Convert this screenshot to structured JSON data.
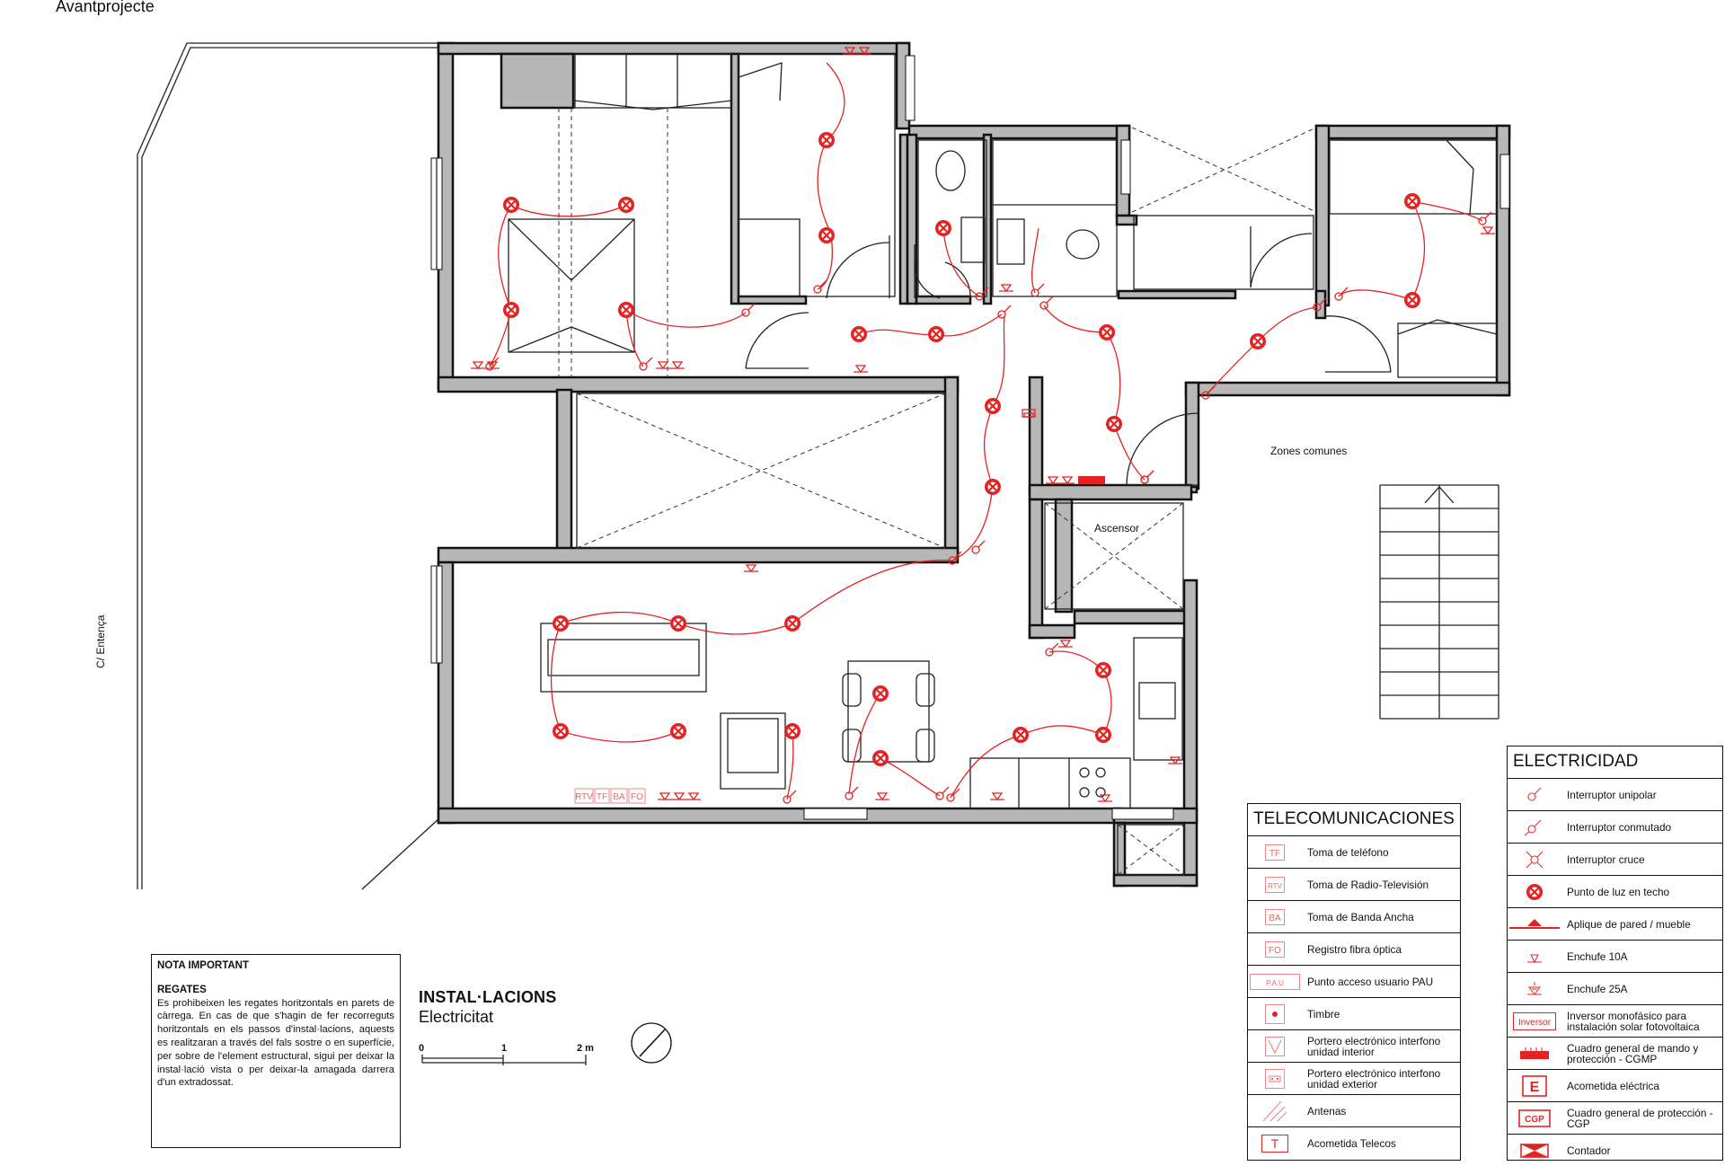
{
  "header": {
    "project_stage": "Avantprojecte"
  },
  "plan": {
    "street_label": "C/ Entença",
    "common_zone_label": "Zones comunes",
    "lift_label": "Ascensor",
    "socket_labels": {
      "rtv": "RTV",
      "tf": "TF",
      "ba": "BA",
      "fo": "FO"
    }
  },
  "note": {
    "title": "NOTA IMPORTANT",
    "subtitle": "REGATES",
    "body": "Es prohibeixen les regates horitzontals en parets de càrrega. En cas de que s'hagin de fer recorreguts horitzontals en els passos d'instal·lacions, aquests es realitzaran a través del fals sostre o en superfície, per sobre de l'element estructural, sigui per deixar la instal·lació vista o per deixar-la amagada darrera d'un extradossat."
  },
  "drawing_title": {
    "main": "INSTAL·LACIONS",
    "sub": "Electricitat",
    "scale_ticks": [
      "0",
      "1",
      "2 m"
    ]
  },
  "telecom_legend": {
    "title": "TELECOMUNICACIONES",
    "items": [
      {
        "symbol": "TF",
        "label": "Toma de teléfono"
      },
      {
        "symbol": "RTV",
        "label": "Toma de Radio-Televisión"
      },
      {
        "symbol": "BA",
        "label": "Toma de Banda Ancha"
      },
      {
        "symbol": "FO",
        "label": "Registro fibra óptica"
      },
      {
        "symbol": "P.A.U",
        "label": "Punto acceso usuario PAU"
      },
      {
        "symbol": "bell-icon",
        "label": "Timbre"
      },
      {
        "symbol": "intercom-inner-icon",
        "label": "Portero electrónico interfono unidad interior"
      },
      {
        "symbol": "intercom-outer-icon",
        "label": "Portero electrónico interfono unidad exterior"
      },
      {
        "symbol": "antenna-icon",
        "label": "Antenas"
      },
      {
        "symbol": "T",
        "label": "Acometida Telecos"
      }
    ]
  },
  "electric_legend": {
    "title": "ELECTRICIDAD",
    "items": [
      {
        "symbol": "switch-single-icon",
        "label": "Interruptor unipolar"
      },
      {
        "symbol": "switch-twoway-icon",
        "label": "Interruptor conmutado"
      },
      {
        "symbol": "switch-cross-icon",
        "label": "Interruptor cruce"
      },
      {
        "symbol": "ceiling-light-icon",
        "label": "Punto de luz en techo"
      },
      {
        "symbol": "wall-light-icon",
        "label": "Aplique de pared / mueble"
      },
      {
        "symbol": "socket-10a-icon",
        "label": "Enchufe 10A"
      },
      {
        "symbol": "socket-25a-icon",
        "label": "Enchufe 25A"
      },
      {
        "symbol": "Inversor",
        "label": "Inversor monofásico para instalación solar fotovoltaica"
      },
      {
        "symbol": "cgmp-icon",
        "label": "Cuadro general de mando y protección - CGMP"
      },
      {
        "symbol": "E",
        "label": "Acometida eléctrica"
      },
      {
        "symbol": "CGP",
        "label": "Cuadro general de protección - CGP"
      },
      {
        "symbol": "meter-icon",
        "label": "Contador"
      }
    ]
  },
  "colors": {
    "accent": "#e52222",
    "wall": "#b7b7b7",
    "line": "#111111"
  }
}
